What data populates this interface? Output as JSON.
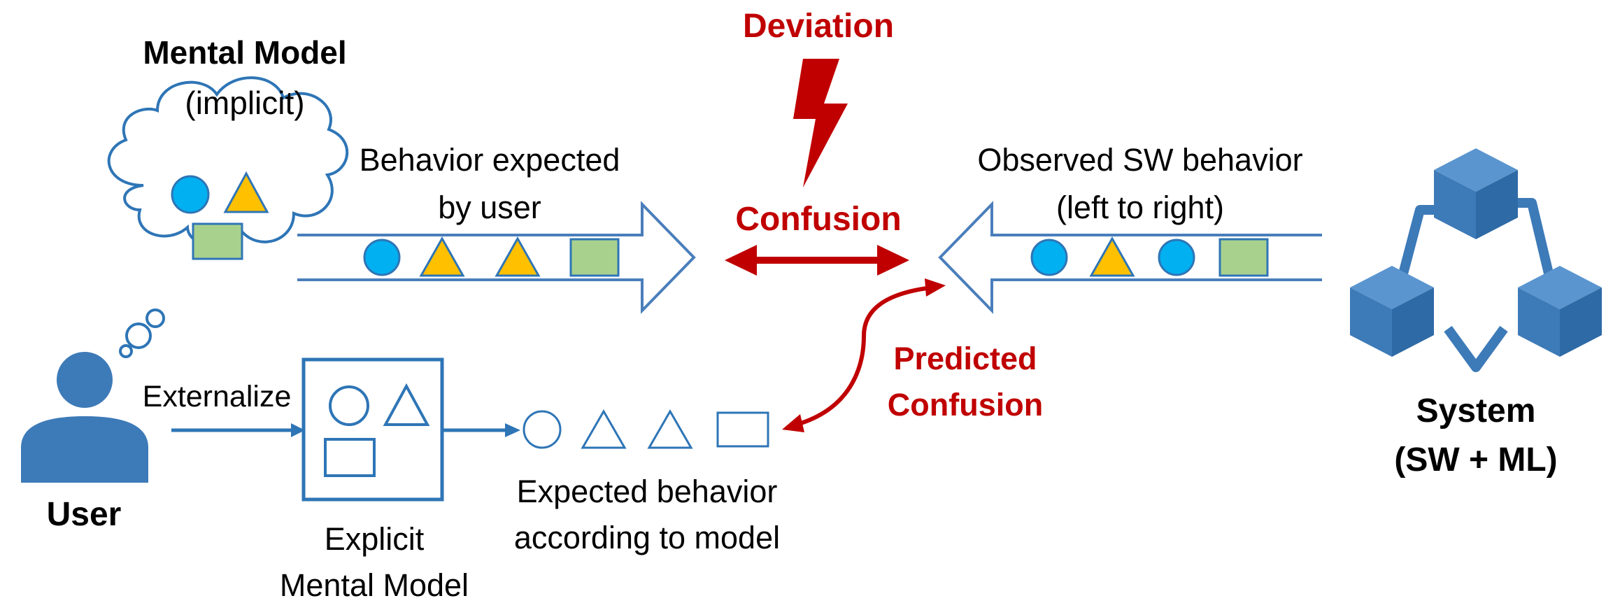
{
  "labels": {
    "mental_model_title": "Mental Model",
    "mental_model_sub": "(implicit)",
    "behavior_expected_1": "Behavior expected",
    "behavior_expected_2": "by user",
    "deviation": "Deviation",
    "confusion": "Confusion",
    "observed_1": "Observed SW behavior",
    "observed_2": "(left to right)",
    "predicted_1": "Predicted",
    "predicted_2": "Confusion",
    "externalize": "Externalize",
    "user": "User",
    "explicit_1": "Explicit",
    "explicit_2": "Mental Model",
    "expected_model_1": "Expected behavior",
    "expected_model_2": "according to model",
    "system_1": "System",
    "system_2": "(SW + ML)"
  },
  "sequences": {
    "expected_by_user": [
      "circle",
      "triangle",
      "triangle",
      "square"
    ],
    "observed": [
      "circle",
      "triangle",
      "circle",
      "square"
    ],
    "expected_by_model": [
      "circle",
      "triangle",
      "triangle",
      "square"
    ],
    "cloud_contents": [
      "circle",
      "triangle",
      "square"
    ]
  },
  "icons": {
    "user": "person-icon",
    "system": "cube-network-icon",
    "thought": "thought-cloud-icon",
    "deviation": "lightning-bolt-icon"
  },
  "colors": {
    "circle": "#00b0f0",
    "triangle": "#ffc000",
    "square": "#a9d18e",
    "outline": "#2e75b6",
    "icon_blue": "#3d7ab8",
    "arrow_stroke": "#4a7ebb",
    "accent_red": "#c00000"
  }
}
